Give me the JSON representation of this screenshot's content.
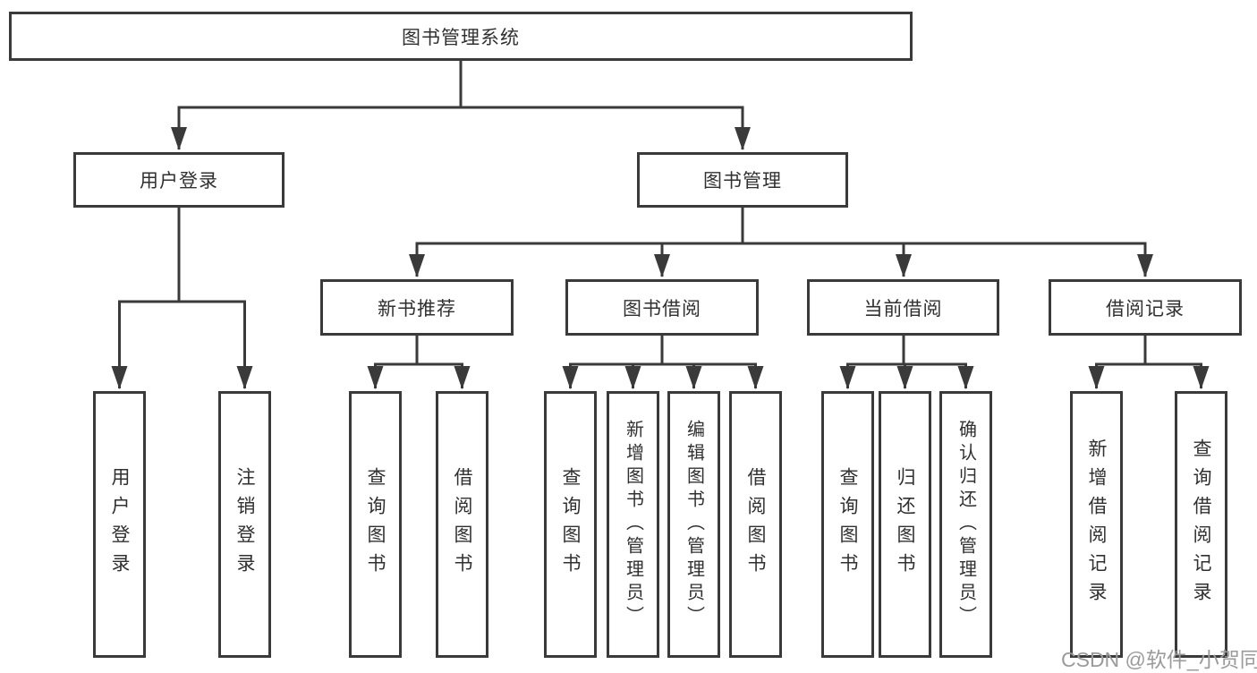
{
  "tree": {
    "root": "图书管理系统",
    "branches": [
      {
        "label": "用户登录",
        "children": [
          "用户登录",
          "注销登录"
        ]
      },
      {
        "label": "图书管理",
        "groups": [
          {
            "label": "新书推荐",
            "children": [
              "查询图书",
              "借阅图书"
            ]
          },
          {
            "label": "图书借阅",
            "children": [
              "查询图书",
              "新增图书（管理员）",
              "编辑图书（管理员）",
              "借阅图书"
            ]
          },
          {
            "label": "当前借阅",
            "children": [
              "查询图书",
              "归还图书",
              "确认归还（管理员）"
            ]
          },
          {
            "label": "借阅记录",
            "children": [
              "新增借阅记录",
              "查询借阅记录"
            ]
          }
        ]
      }
    ]
  },
  "watermark": {
    "text": "CSDN @软件_小贺同学"
  },
  "colors": {
    "line": "#3a3a3a",
    "text": "#303030",
    "watermark": "#9b9b9b",
    "background": "#ffffff"
  }
}
